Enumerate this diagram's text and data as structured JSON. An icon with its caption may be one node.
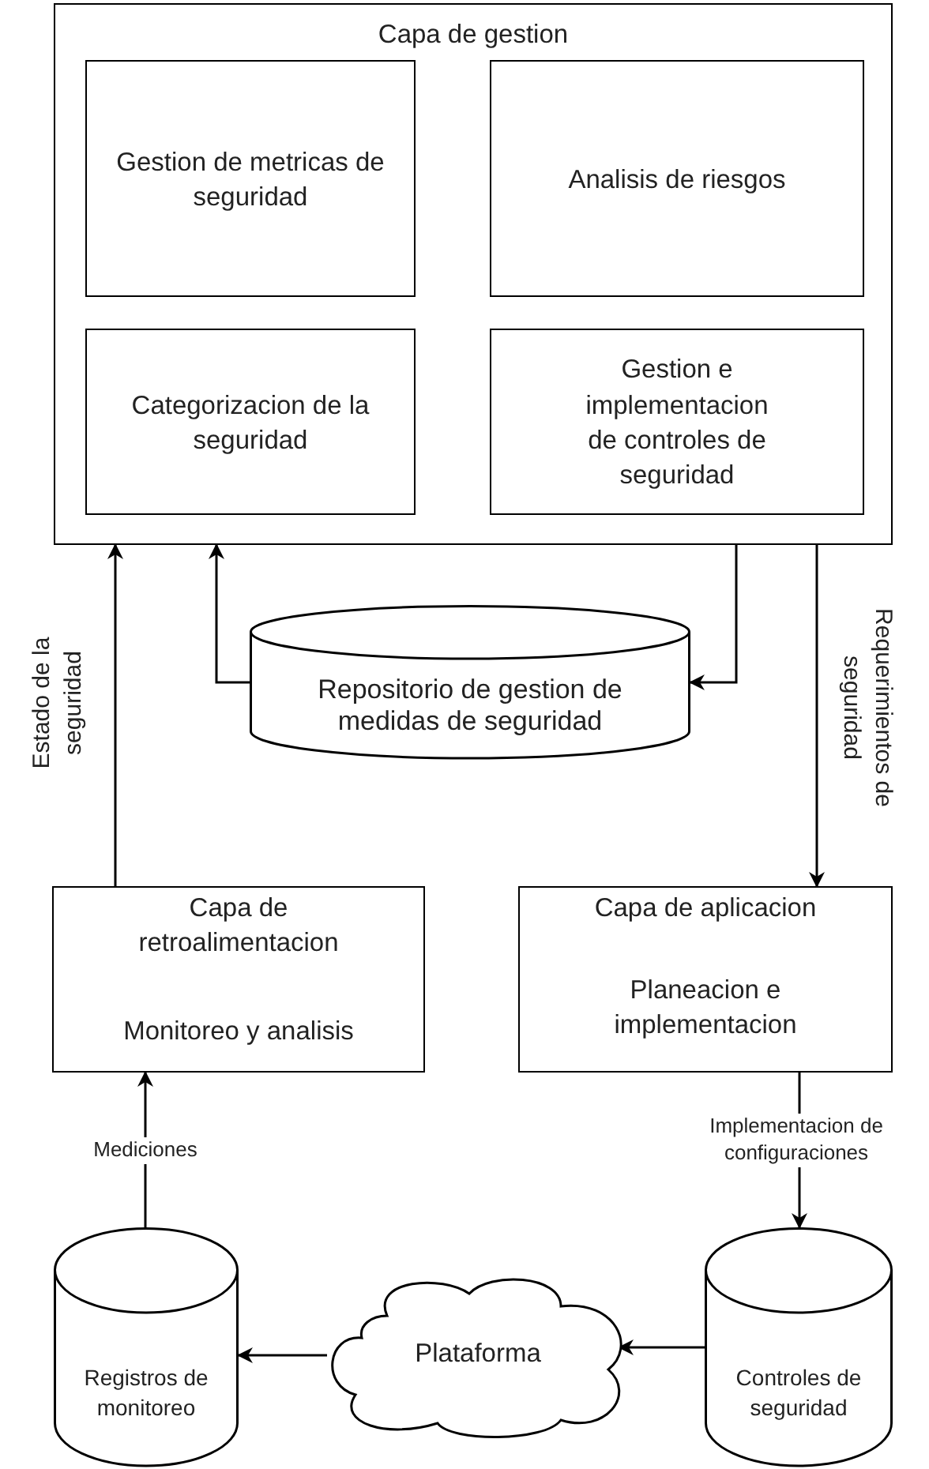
{
  "diagram": {
    "nodes": [
      {
        "text": [
          "Capa de gestion"
        ]
      },
      {
        "text": [
          "Gestion de metricas de seguridad"
        ],
        "in": 0
      },
      {
        "text": [
          "Analisis de riesgos"
        ],
        "in": 0
      },
      {
        "text": [
          "Categorizacion de la seguridad"
        ],
        "in": 0
      },
      {
        "text": [
          "Gestion e implementacion de controles de seguridad"
        ],
        "in": 0
      },
      {
        "text": [
          "Repositorio de gestion de medidas de seguridad"
        ]
      },
      {
        "text": [
          "Capa de retroalimentacion",
          "Monitoreo y analisis"
        ]
      },
      {
        "text": [
          "Capa de aplicacion",
          "Planeacion e implementacion"
        ]
      },
      {
        "text": [
          "Registros de monitoreo"
        ]
      },
      {
        "text": [
          "Plataforma"
        ]
      },
      {
        "text": [
          "Controles de seguridad"
        ]
      }
    ],
    "edges": [
      {
        "from": 6,
        "to": 0,
        "arrow": "to",
        "label": "Estado de la seguridad"
      },
      {
        "from": 5,
        "to": 0,
        "arrow": "to"
      },
      {
        "from": 0,
        "to": 5,
        "arrow": "to"
      },
      {
        "from": 0,
        "to": 7,
        "arrow": "to",
        "label": "Requerimientos de seguridad"
      },
      {
        "from": 8,
        "to": 6,
        "arrow": "to",
        "label": "Mediciones"
      },
      {
        "from": 7,
        "to": 10,
        "arrow": "to",
        "label": "Implementacion de configuraciones"
      },
      {
        "from": 10,
        "to": 9,
        "arrow": "to"
      },
      {
        "from": 9,
        "to": 8,
        "arrow": "to"
      }
    ]
  }
}
